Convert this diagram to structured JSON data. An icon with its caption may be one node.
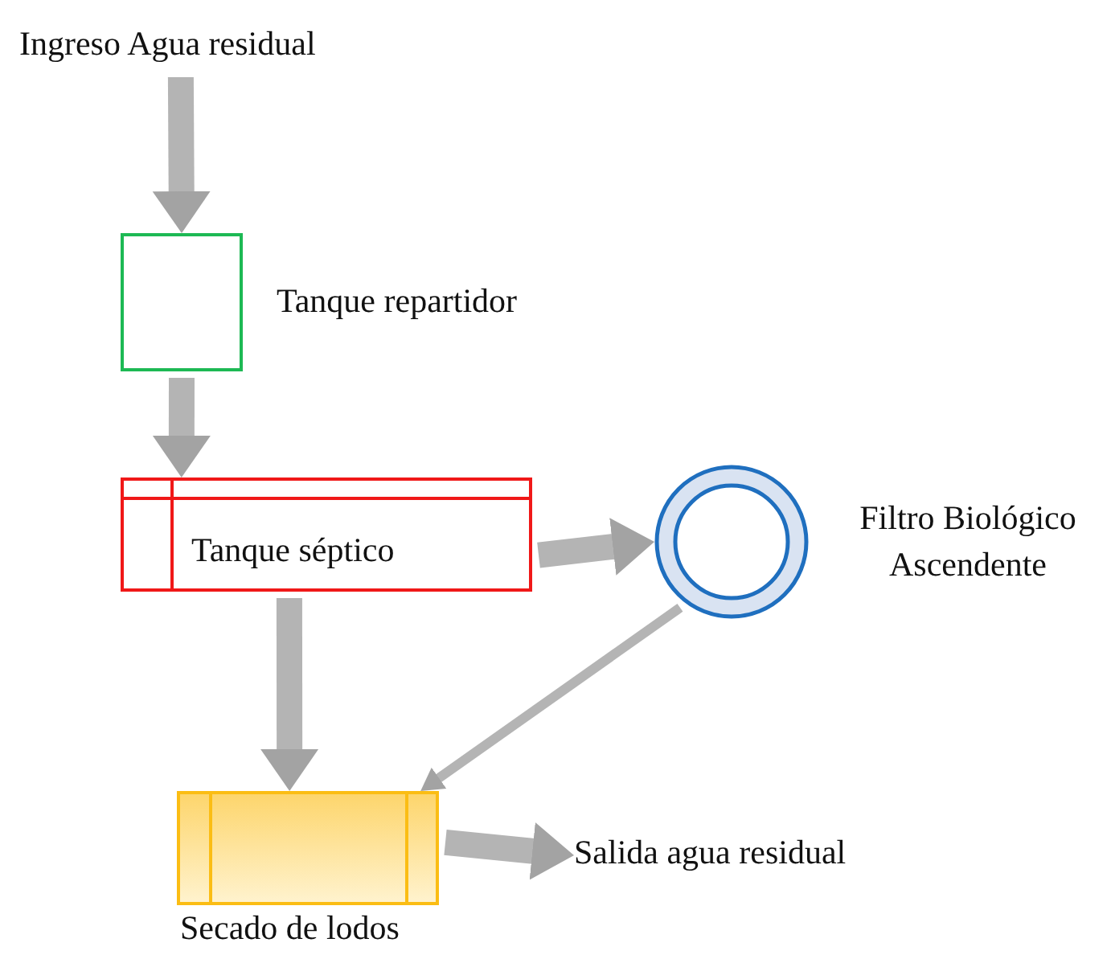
{
  "diagram": {
    "nodes": [
      {
        "text": [
          "Ingreso Agua residual"
        ]
      },
      {
        "text": [],
        "shape": "box",
        "beside": [
          "Tanque repartidor"
        ]
      },
      {
        "text": [
          "Tanque séptico"
        ]
      },
      {
        "text": [],
        "shape": "circle",
        "beside": [
          "Filtro Biológico Ascendente"
        ]
      },
      {
        "text": [],
        "shape": "box",
        "beside": [
          "Secado de lodos"
        ]
      },
      {
        "text": [
          "Salida agua residual"
        ]
      }
    ],
    "edges": [
      {
        "from": 0,
        "to": 1,
        "arrow": "to"
      },
      {
        "from": 1,
        "to": 2,
        "arrow": "to"
      },
      {
        "from": 2,
        "to": 3,
        "arrow": "to"
      },
      {
        "from": 2,
        "to": 4,
        "arrow": "to"
      },
      {
        "from": 3,
        "to": 4,
        "arrow": "to"
      },
      {
        "from": 4,
        "to": 5,
        "arrow": "to"
      }
    ]
  }
}
